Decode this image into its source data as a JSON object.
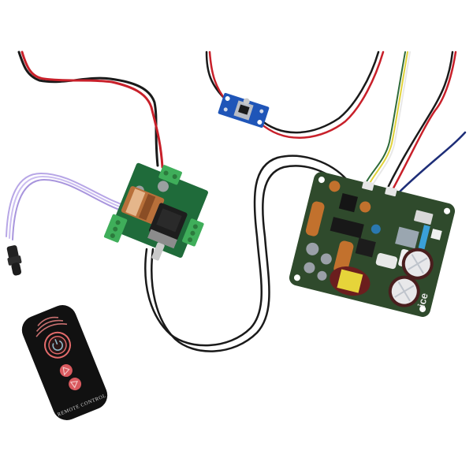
{
  "scene": {
    "description": "Product photo of an audio amplifier kit on white background",
    "background": "#ffffff"
  },
  "components": {
    "amplifier_board": {
      "label": "Class-D amplifier module (green PCB)",
      "logo_text": "ice",
      "pcb_color": "#2f4a2c",
      "capacitor_color": "#4a1e1e",
      "inductor_color": "#c2712d",
      "yellow_component_color": "#e6d43a"
    },
    "volume_board": {
      "label": "Volume control board with motorized potentiometer",
      "pcb_color": "#1f6b3a",
      "terminal_color": "#3fae5a"
    },
    "dc_converter": {
      "label": "Blue DC-DC converter module",
      "pcb_color": "#1f55b8"
    },
    "remote": {
      "label_text": "REMOTE CONTROL",
      "body_color": "#111111",
      "button_color": "#d9595e",
      "power_ring_color": "#e46b6b",
      "power_icon_color": "#8fb8c8"
    },
    "ir_receiver": {
      "label": "IR receiver sensor with lavender ribbon cable",
      "cable_color": "#b7a6e6"
    }
  },
  "wires": {
    "red": "#c8202a",
    "black": "#1a1a1a",
    "yellow": "#e0d23a",
    "green": "#2f6b3a",
    "blue": "#1e2e78",
    "white": "#e8e8e8"
  }
}
